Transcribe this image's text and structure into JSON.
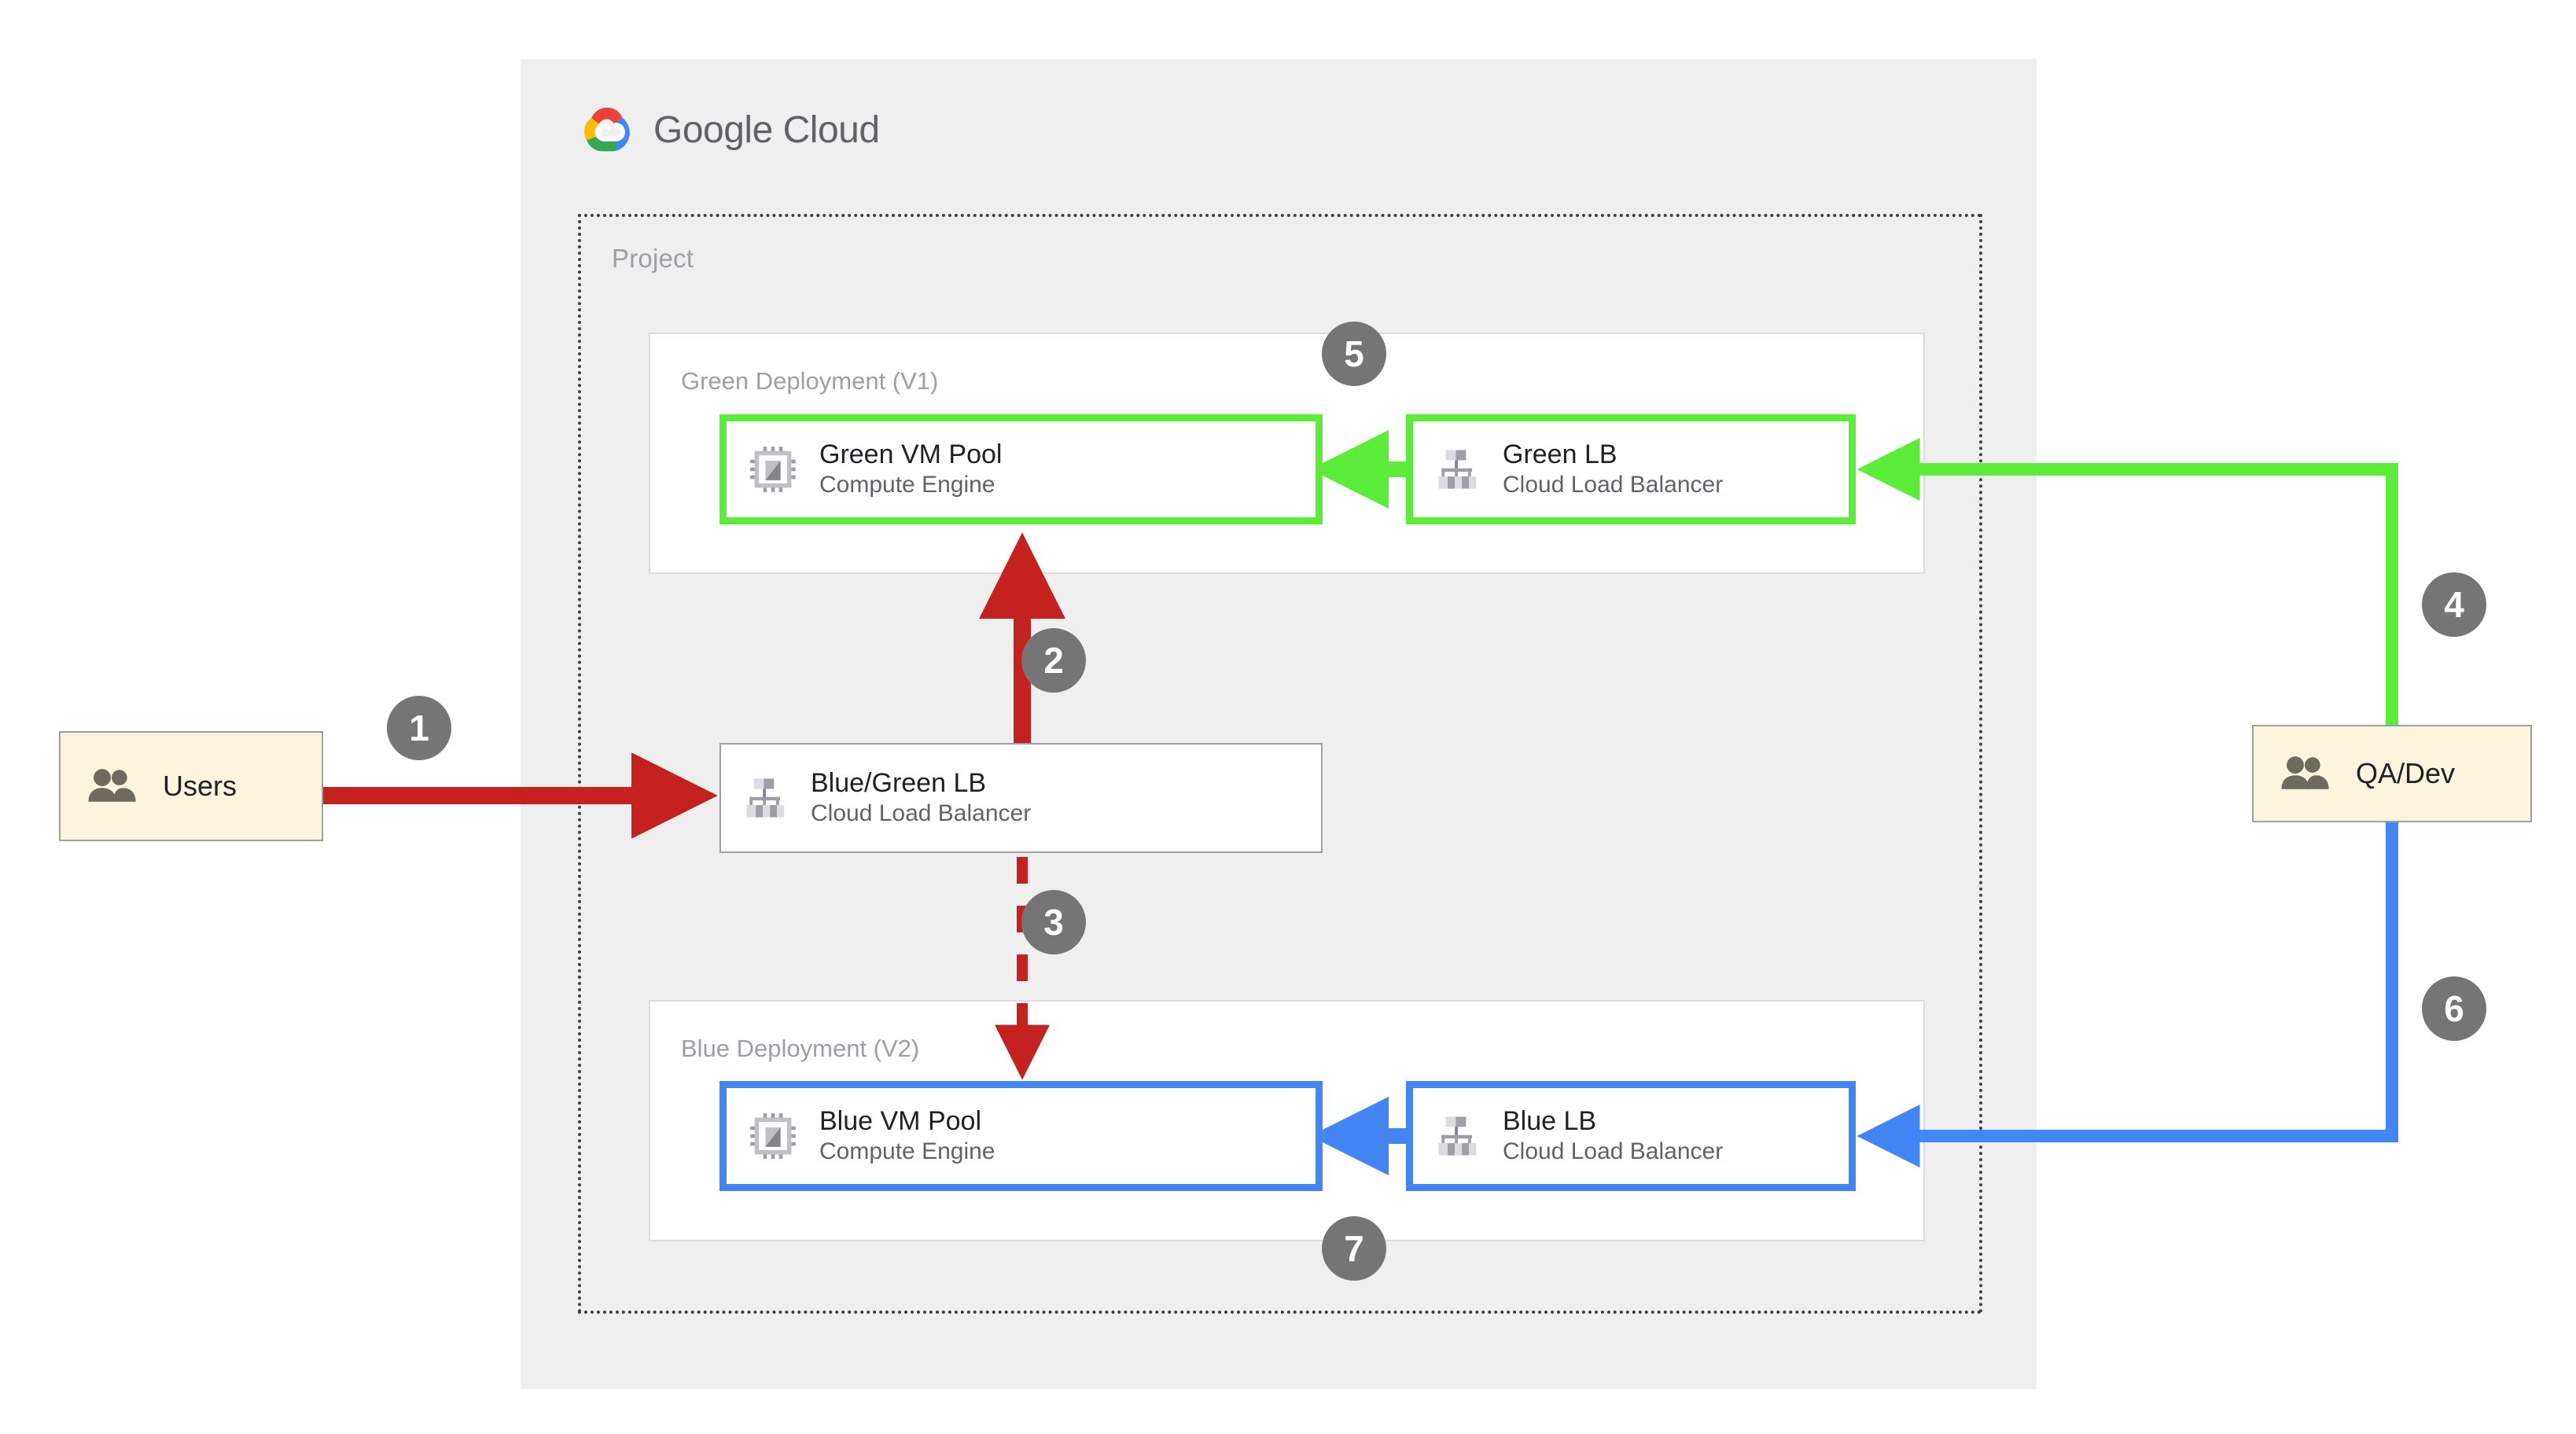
{
  "diagram": {
    "title": "Google Cloud blue/green deployment architecture",
    "brand": {
      "logo_icon": "google-cloud-logo-icon",
      "word_google": "Google",
      "word_cloud": "Cloud"
    },
    "project": {
      "label": "Project"
    },
    "groups": [
      {
        "id": "green-deployment",
        "label": "Green Deployment (V1)",
        "accent": "#5ced3a"
      },
      {
        "id": "blue-deployment",
        "label": "Blue Deployment (V2)",
        "accent": "#4285f4"
      }
    ],
    "nodes": [
      {
        "id": "green-vm-pool",
        "title": "Green VM Pool",
        "subtitle": "Compute Engine",
        "icon": "compute-engine-icon",
        "border_color": "#5ced3a"
      },
      {
        "id": "green-lb",
        "title": "Green LB",
        "subtitle": "Cloud Load Balancer",
        "icon": "cloud-load-balancer-icon",
        "border_color": "#5ced3a"
      },
      {
        "id": "blue-green-lb",
        "title": "Blue/Green LB",
        "subtitle": "Cloud Load Balancer",
        "icon": "cloud-load-balancer-icon",
        "border_color": "#9aa0a6"
      },
      {
        "id": "blue-vm-pool",
        "title": "Blue VM Pool",
        "subtitle": "Compute Engine",
        "icon": "compute-engine-icon",
        "border_color": "#4285f4"
      },
      {
        "id": "blue-lb",
        "title": "Blue LB",
        "subtitle": "Cloud Load Balancer",
        "icon": "cloud-load-balancer-icon",
        "border_color": "#4285f4"
      }
    ],
    "actors": [
      {
        "id": "users",
        "label": "Users",
        "icon": "users-icon",
        "fill": "#fcf4dc"
      },
      {
        "id": "qa-dev",
        "label": "QA/Dev",
        "icon": "users-icon",
        "fill": "#fcf4dc"
      }
    ],
    "steps": [
      {
        "number": "1",
        "color": "#757575",
        "describes": "Users to Blue/Green LB"
      },
      {
        "number": "2",
        "color": "#757575",
        "describes": "Blue/Green LB to Green VM Pool (active)"
      },
      {
        "number": "3",
        "color": "#757575",
        "describes": "Blue/Green LB to Blue VM Pool (standby, dashed)"
      },
      {
        "number": "4",
        "color": "#757575",
        "describes": "QA/Dev to Green LB"
      },
      {
        "number": "5",
        "color": "#757575",
        "describes": "Green deployment group"
      },
      {
        "number": "6",
        "color": "#757575",
        "describes": "QA/Dev to Blue LB"
      },
      {
        "number": "7",
        "color": "#757575",
        "describes": "Blue deployment group"
      }
    ],
    "connectors": [
      {
        "id": "users-to-bg-lb",
        "color": "#c5221f",
        "style": "solid",
        "label": "1"
      },
      {
        "id": "bg-lb-to-green-vm",
        "color": "#c5221f",
        "style": "solid",
        "label": "2"
      },
      {
        "id": "bg-lb-to-blue-vm",
        "color": "#c5221f",
        "style": "dashed",
        "label": "3"
      },
      {
        "id": "green-lb-to-green-vm",
        "color": "#5ced3a",
        "style": "solid",
        "label": ""
      },
      {
        "id": "qadev-to-green-lb",
        "color": "#5ced3a",
        "style": "solid",
        "label": "4"
      },
      {
        "id": "blue-lb-to-blue-vm",
        "color": "#4285f4",
        "style": "solid",
        "label": ""
      },
      {
        "id": "qadev-to-blue-lb",
        "color": "#4285f4",
        "style": "solid",
        "label": "6"
      }
    ],
    "colors": {
      "panel_bg": "#efefef",
      "page_bg": "#ffffff",
      "green": "#5ced3a",
      "blue": "#4285f4",
      "red": "#c5221f",
      "badge_gray": "#757575",
      "label_gray": "#9aa0a6",
      "actor_fill": "#fcf4dc"
    }
  }
}
